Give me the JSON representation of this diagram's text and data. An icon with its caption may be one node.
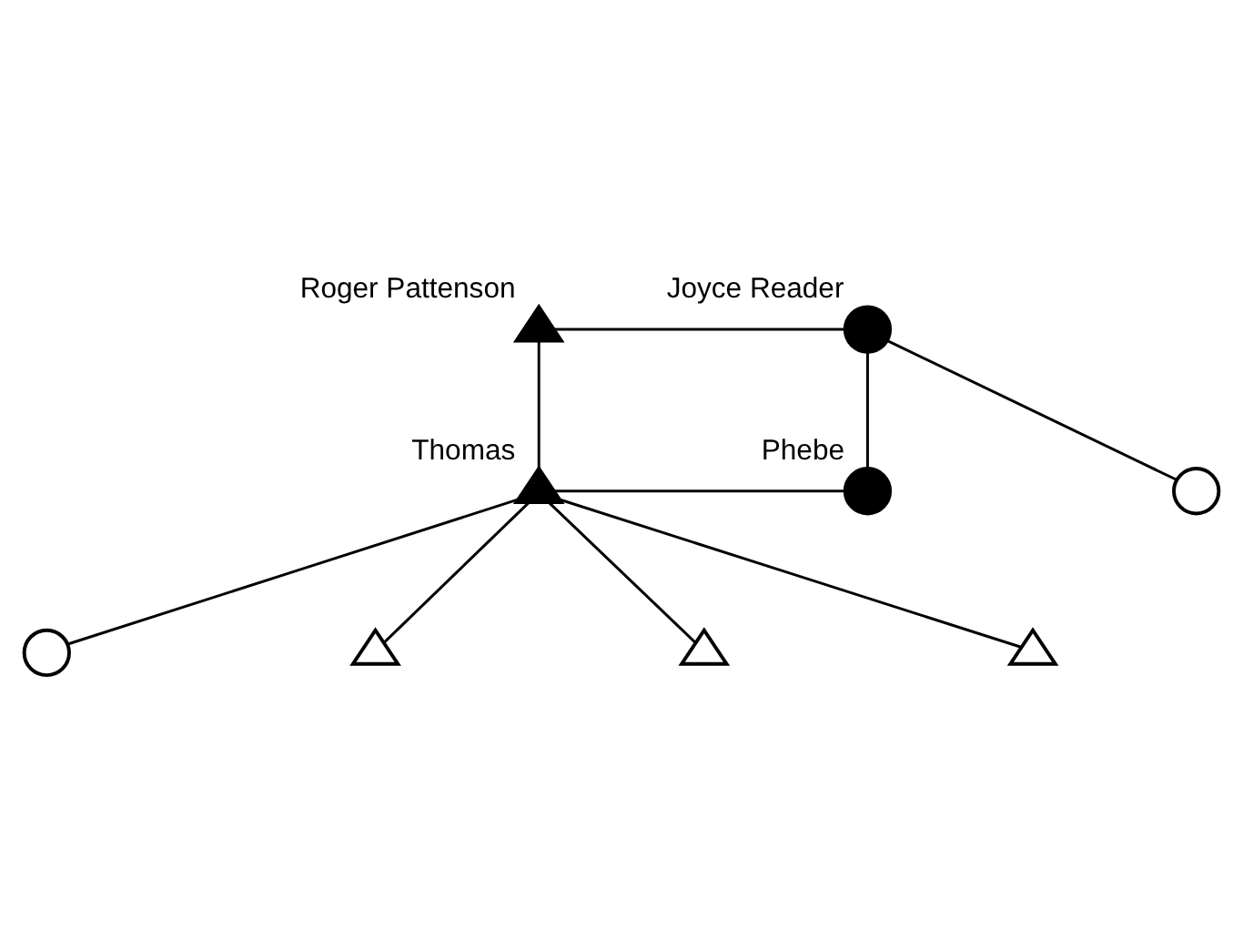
{
  "diagram": {
    "nodes": [
      {
        "text": [
          "Roger Pattenson"
        ]
      },
      {
        "text": [
          "Joyce Reader"
        ]
      },
      {
        "text": [
          "Thomas"
        ]
      },
      {
        "text": [
          "Phebe"
        ]
      },
      {
        "text": [],
        "shape": "circle"
      },
      {
        "text": [],
        "shape": "circle"
      },
      {
        "text": [],
        "shape": "triangle"
      },
      {
        "text": [],
        "shape": "triangle"
      },
      {
        "text": [],
        "shape": "triangle"
      }
    ],
    "edges": [
      {
        "from": 0,
        "to": 1,
        "arrow": "none"
      },
      {
        "from": 0,
        "to": 2,
        "arrow": "none"
      },
      {
        "from": 1,
        "to": 3,
        "arrow": "none"
      },
      {
        "from": 1,
        "to": 4,
        "arrow": "none"
      },
      {
        "from": 2,
        "to": 3,
        "arrow": "none"
      },
      {
        "from": 2,
        "to": 5,
        "arrow": "none"
      },
      {
        "from": 2,
        "to": 6,
        "arrow": "none"
      },
      {
        "from": 2,
        "to": 7,
        "arrow": "none"
      },
      {
        "from": 2,
        "to": 8,
        "arrow": "none"
      }
    ]
  }
}
